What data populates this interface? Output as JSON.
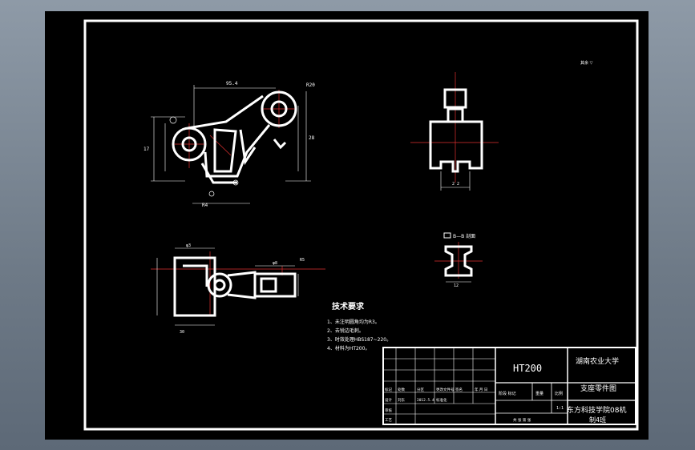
{
  "roughness_note": "其余 ▽",
  "dims": {
    "front_top_width": "95.4",
    "front_left_height": "17",
    "front_right_height": "28",
    "front_callout": "R20",
    "front_bottom_r": "R4"
  },
  "section_label": "B—B 剖面",
  "section_dim_width": "12",
  "tech": {
    "title": "技术要求",
    "items": [
      "1、未注明圆角均为R3。",
      "2、去锐边毛刺。",
      "3、时效处理HBS187~220。",
      "4、材料为HT200。"
    ]
  },
  "title_block": {
    "material": "HT200",
    "school": "湖南农业大学",
    "drawing_name": "支座零件图",
    "class_line1": "东方科技学院08机",
    "class_line2": "制4班",
    "row_labels": [
      "标记",
      "处数",
      "分区",
      "更改文件号",
      "签名",
      "年 月 日"
    ],
    "designer_row": [
      "设计",
      "刘东",
      "2012.5.4",
      "标准化"
    ],
    "stage_labels": [
      "阶段 标记",
      "重量",
      "比例"
    ],
    "scale": "1:1",
    "review_label": "审核",
    "process_label": "工艺",
    "sheet_label": "共 张  第 张"
  }
}
